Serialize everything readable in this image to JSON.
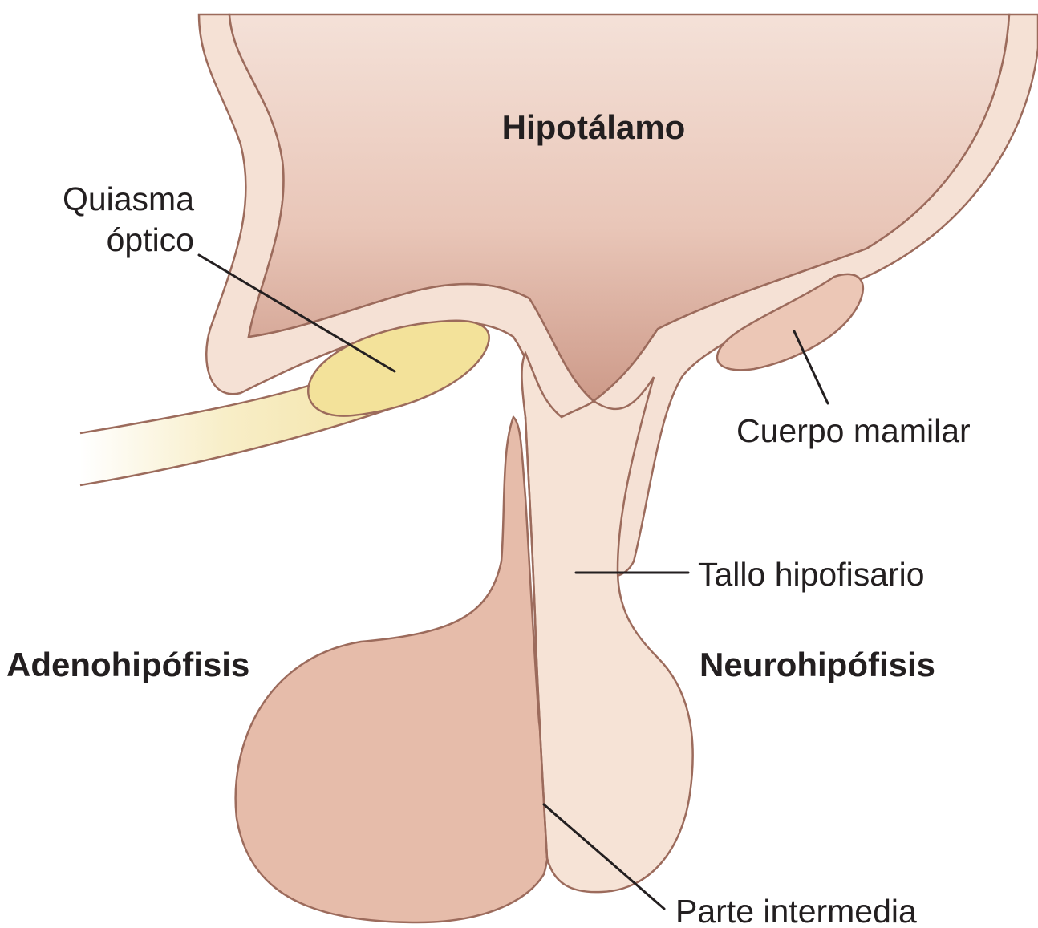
{
  "labels": {
    "hypothalamus": "Hipotálamo",
    "optic_chiasm_line1": "Quiasma",
    "optic_chiasm_line2": "óptico",
    "mammillary_body": "Cuerpo mamilar",
    "pituitary_stalk": "Tallo hipofisario",
    "adenohypophysis": "Adenohipófisis",
    "neurohypophysis": "Neurohipófisis",
    "pars_intermedia": "Parte intermedia"
  },
  "colors": {
    "hypothalamus_top": "#f3ddd3",
    "hypothalamus_bottom": "#d2a090",
    "wall": "#f5e1d5",
    "neuro": "#f6e3d6",
    "adeno": "#e6bcaa",
    "chiasm": "#f3e29a",
    "nerve": "#f6ecc0",
    "mammillary": "#ecc7b6",
    "outline": "#9c6b5c",
    "text": "#231f20"
  }
}
